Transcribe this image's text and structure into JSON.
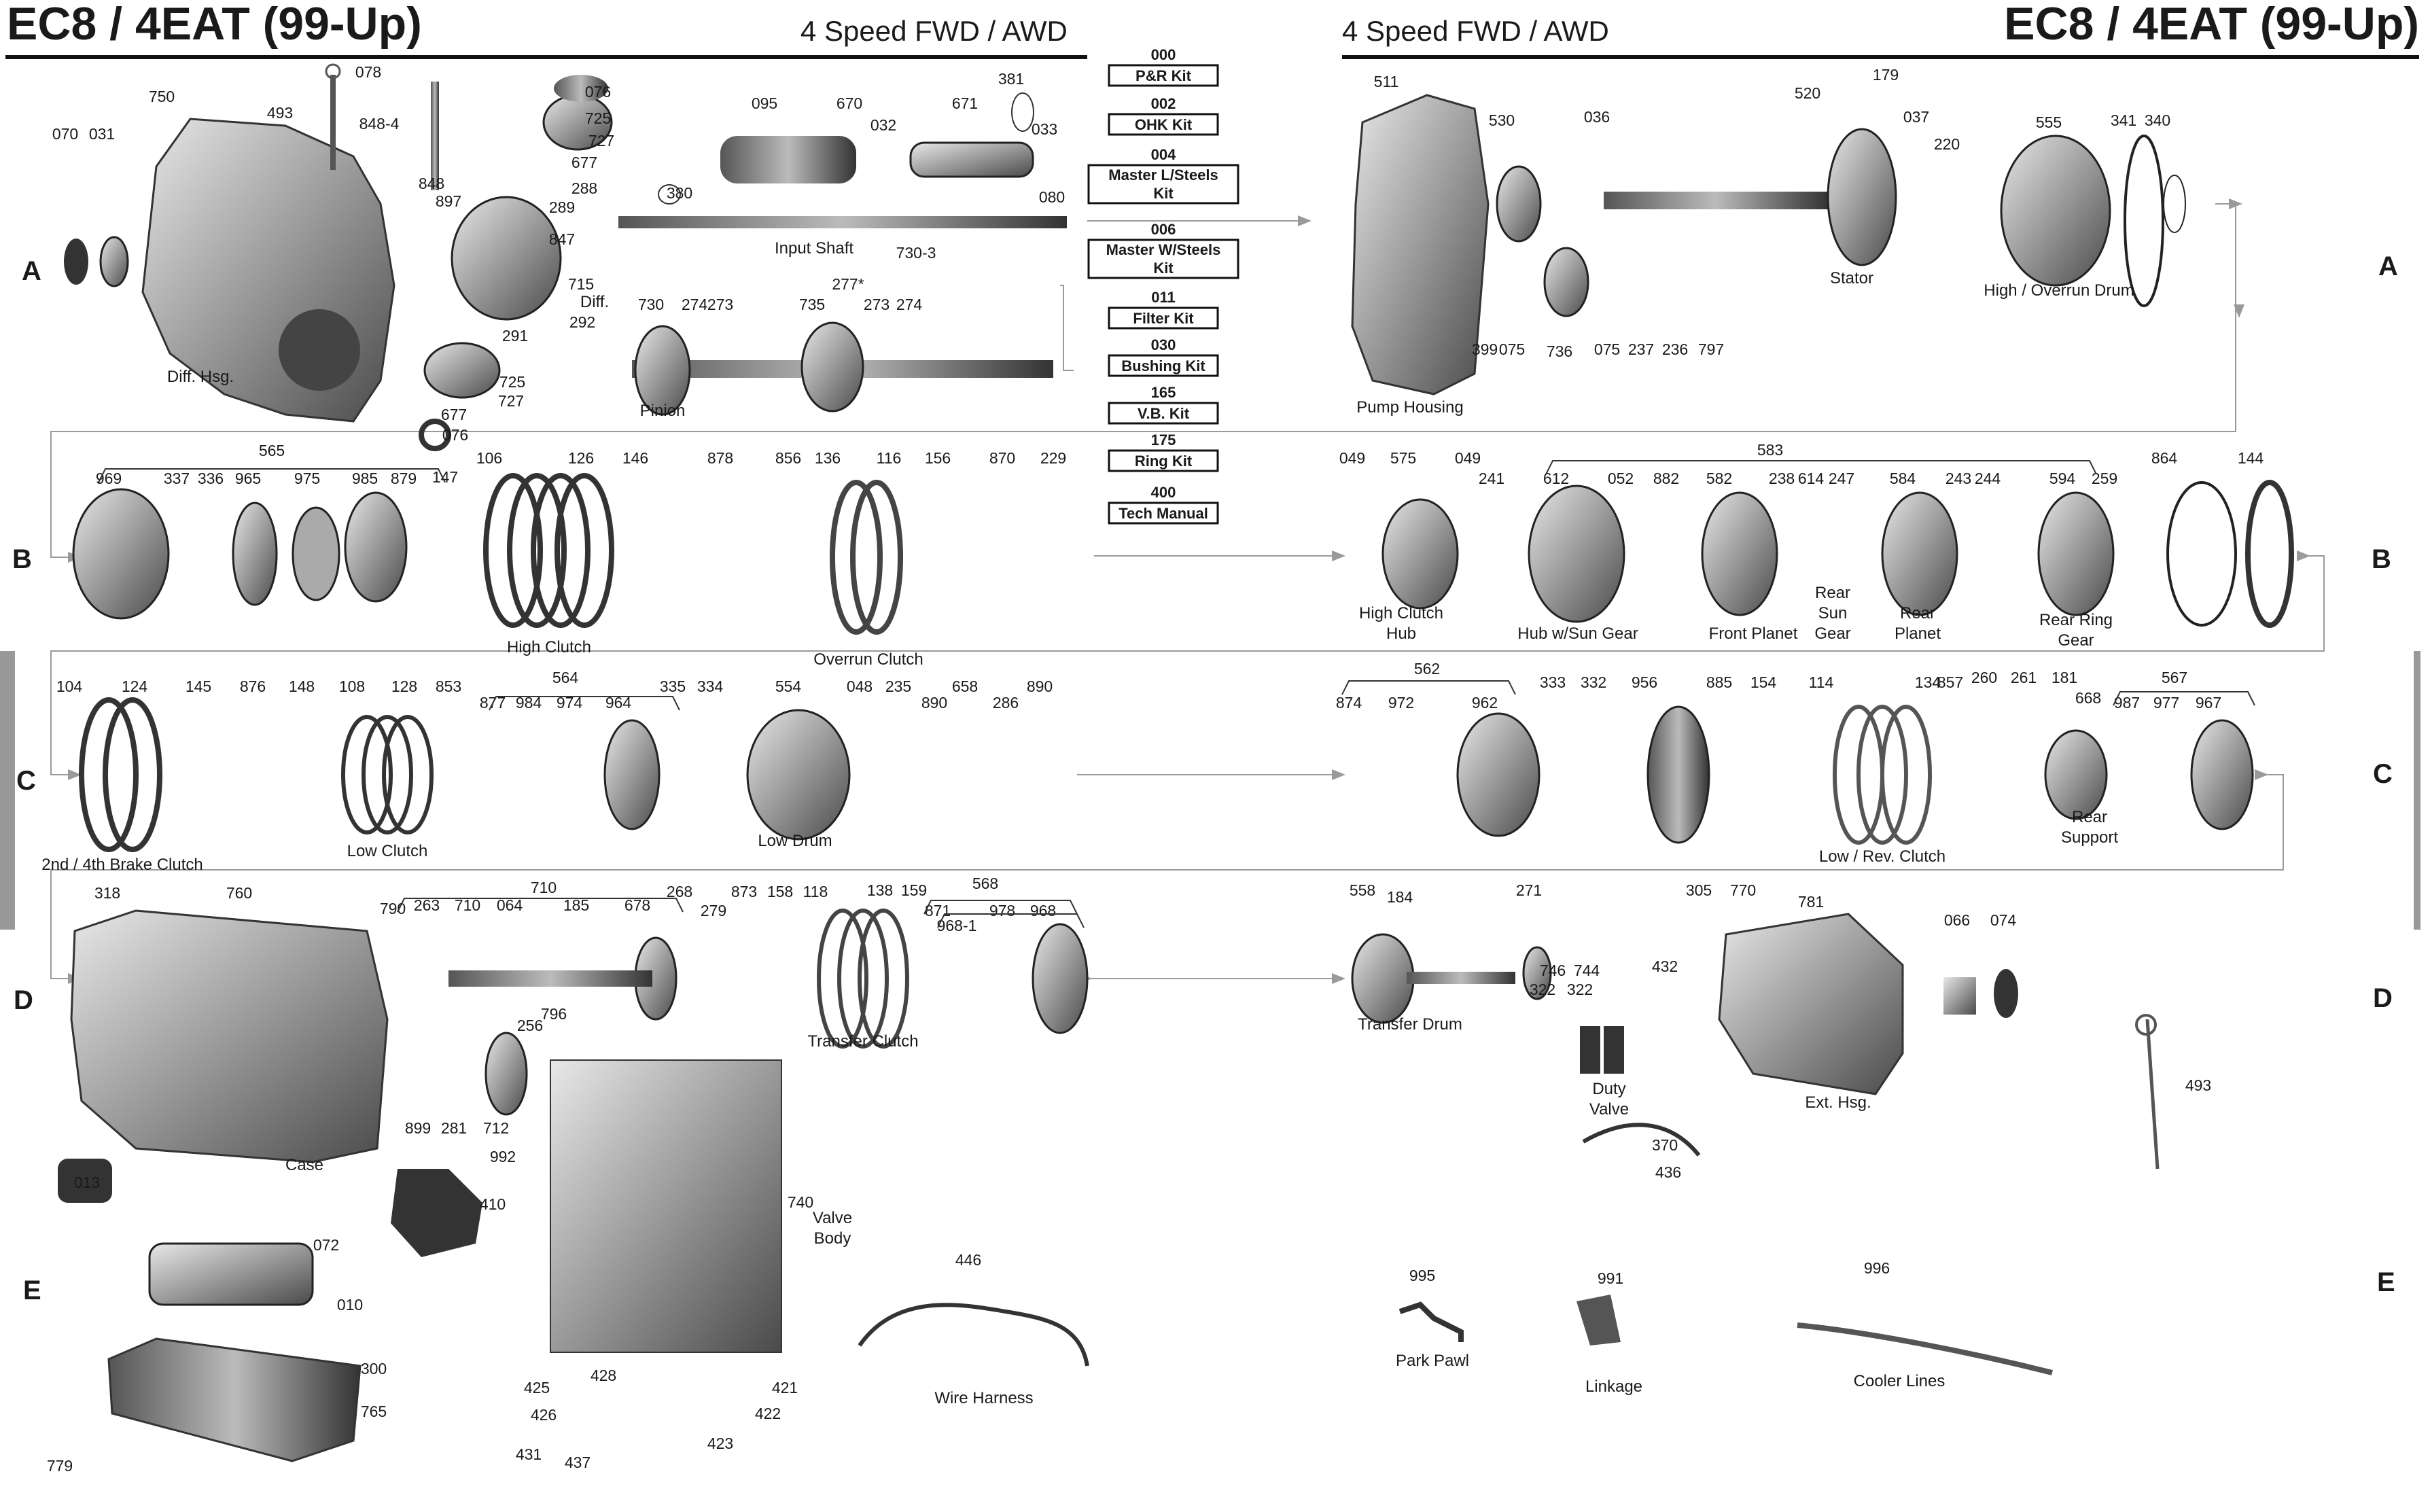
{
  "header": {
    "title": "EC8 / 4EAT (99-Up)",
    "subtitle": "4 Speed FWD / AWD"
  },
  "row_labels": [
    "A",
    "B",
    "C",
    "D",
    "E"
  ],
  "kits": [
    {
      "num": "000",
      "label": "P&R Kit"
    },
    {
      "num": "002",
      "label": "OHK Kit"
    },
    {
      "num": "004",
      "label": "Master L/Steels Kit"
    },
    {
      "num": "006",
      "label": "Master W/Steels Kit"
    },
    {
      "num": "011",
      "label": "Filter Kit"
    },
    {
      "num": "030",
      "label": "Bushing Kit"
    },
    {
      "num": "165",
      "label": "V.B. Kit"
    },
    {
      "num": "175",
      "label": "Ring Kit"
    },
    {
      "num": "400",
      "label": "Tech Manual"
    }
  ],
  "callouts": [
    "070",
    "031",
    "750",
    "493",
    "078",
    "848-4",
    "076",
    "725",
    "727",
    "677",
    "288",
    "289",
    "848",
    "897",
    "847",
    "715",
    "292",
    "291",
    "725",
    "727",
    "677",
    "076",
    "095",
    "670",
    "032",
    "671",
    "381",
    "033",
    "380",
    "080",
    "730-3",
    "730",
    "274",
    "273",
    "735",
    "277*",
    "273",
    "274",
    "511",
    "530",
    "036",
    "520",
    "179",
    "037",
    "220",
    "555",
    "341",
    "340",
    "399",
    "075",
    "736",
    "075",
    "237",
    "236",
    "797",
    "565",
    "969",
    "337",
    "336",
    "965",
    "975",
    "985",
    "879",
    "147",
    "106",
    "126",
    "146",
    "878",
    "856",
    "136",
    "116",
    "156",
    "870",
    "229",
    "049",
    "575",
    "049",
    "241",
    "583",
    "612",
    "052",
    "882",
    "582",
    "238",
    "614",
    "247",
    "584",
    "243",
    "244",
    "594",
    "259",
    "864",
    "144",
    "104",
    "124",
    "145",
    "876",
    "148",
    "108",
    "128",
    "853",
    "564",
    "877",
    "984",
    "974",
    "964",
    "335",
    "334",
    "554",
    "048",
    "235",
    "890",
    "658",
    "286",
    "890",
    "562",
    "874",
    "972",
    "962",
    "333",
    "332",
    "956",
    "885",
    "154",
    "114",
    "134",
    "857",
    "260",
    "261",
    "181",
    "668",
    "567",
    "987",
    "977",
    "967",
    "318",
    "760",
    "790",
    "263",
    "710",
    "064",
    "185",
    "678",
    "710",
    "268",
    "279",
    "873",
    "158",
    "118",
    "138",
    "159",
    "568",
    "871",
    "968-1",
    "978",
    "968",
    "256",
    "796",
    "899",
    "281",
    "712",
    "013",
    "992",
    "410",
    "072",
    "740",
    "558",
    "184",
    "271",
    "305",
    "770",
    "781",
    "066",
    "074",
    "746",
    "744",
    "322",
    "322",
    "432",
    "370",
    "436",
    "493",
    "010",
    "300",
    "765",
    "779",
    "446",
    "428",
    "425",
    "421",
    "426",
    "422",
    "423",
    "431",
    "437",
    "995",
    "991",
    "996"
  ],
  "labels": [
    "Diff. Hsg.",
    "Diff.",
    "Input Shaft",
    "Pinion",
    "Pump Housing",
    "Stator",
    "High / Overrun Drum",
    "High Clutch",
    "Overrun Clutch",
    "High Clutch Hub",
    "Hub w/Sun Gear",
    "Front Planet",
    "Rear Sun Gear",
    "Rear Planet",
    "Rear Ring Gear",
    "2nd / 4th Brake Clutch",
    "Low Clutch",
    "Low Drum",
    "Low / Rev. Clutch",
    "Rear Support",
    "Case",
    "Transfer Clutch",
    "Transfer Drum",
    "Duty Valve",
    "Ext. Hsg.",
    "Valve Body",
    "Wire Harness",
    "Park Pawl",
    "Linkage",
    "Cooler Lines"
  ],
  "colors": {
    "ink": "#1a1a1a",
    "part_dark": "#3a3a3a",
    "part_mid": "#8a8a8a",
    "part_light": "#c8c8c8",
    "flow": "#9a9a9a",
    "side_bar": "#999999"
  }
}
